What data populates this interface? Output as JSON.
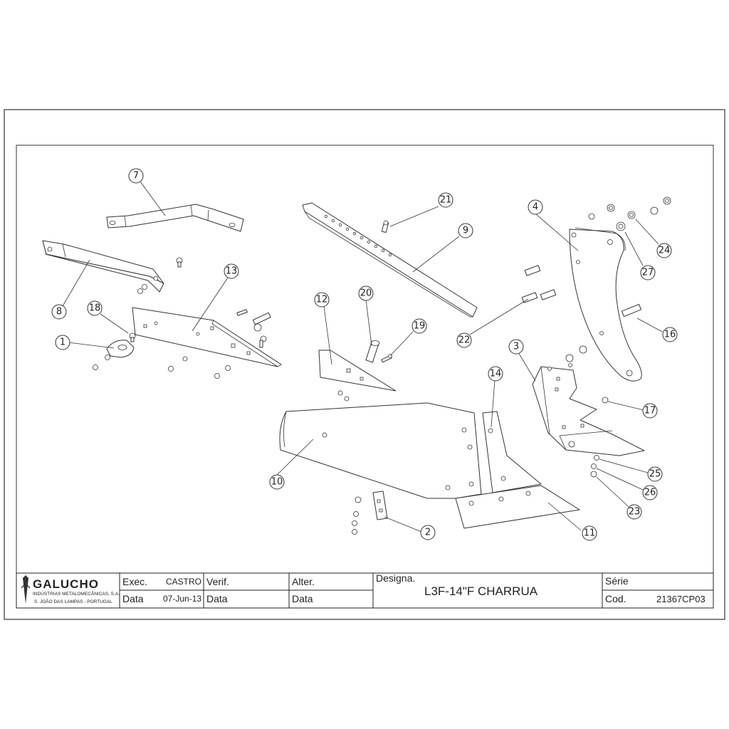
{
  "drawing": {
    "balloons": [
      "1",
      "2",
      "3",
      "4",
      "7",
      "8",
      "9",
      "10",
      "11",
      "12",
      "13",
      "14",
      "16",
      "17",
      "18",
      "19",
      "20",
      "21",
      "22",
      "23",
      "24",
      "25",
      "26",
      "27"
    ]
  },
  "title_block": {
    "company_name": "GALUCHO",
    "company_line1": "INDÚSTRIAS METALOMECÂNICAS, S.A.",
    "company_line2": "S. JOÃO DAS LAMPAS - PORTUGAL",
    "exec_label": "Exec.",
    "exec_value": "CASTRO",
    "date_label_1": "Data",
    "date_value_1": "07-Jun-13",
    "verif_label": "Verif.",
    "date_label_2": "Data",
    "alter_label": "Alter.",
    "date_label_3": "Data",
    "designation_label": "Designa.",
    "designation_value": "L3F-14\"F CHARRUA",
    "serie_label": "Série",
    "cod_label": "Cod.",
    "cod_value": "21367CP03"
  }
}
